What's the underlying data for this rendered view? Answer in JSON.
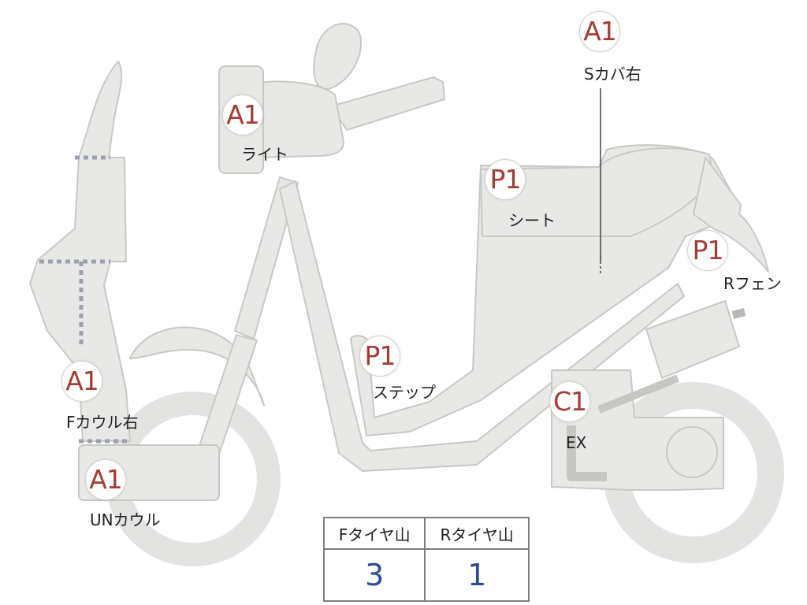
{
  "colors": {
    "body_fill": "#e8e8e6",
    "body_stroke": "#c8c8c4",
    "badge_text": "#a63a36",
    "value_text": "#2b4a9a",
    "dashed_line": "#9aa0b0"
  },
  "parts": [
    {
      "id": "s-cover-right",
      "grade": "A1",
      "label": "Sカバ右"
    },
    {
      "id": "light",
      "grade": "A1",
      "label": "ライト"
    },
    {
      "id": "seat",
      "grade": "P1",
      "label": "シート"
    },
    {
      "id": "rear-fender",
      "grade": "P1",
      "label": "Rフェン"
    },
    {
      "id": "step",
      "grade": "P1",
      "label": "ステップ"
    },
    {
      "id": "front-cowl-right",
      "grade": "A1",
      "label": "Fカウル右"
    },
    {
      "id": "exhaust",
      "grade": "C1",
      "label": "EX"
    },
    {
      "id": "under-cowl",
      "grade": "A1",
      "label": "UNカウル"
    }
  ],
  "tire_tread": {
    "front_label": "Fタイヤ山",
    "rear_label": "Rタイヤ山",
    "front_value": "3",
    "rear_value": "1"
  }
}
